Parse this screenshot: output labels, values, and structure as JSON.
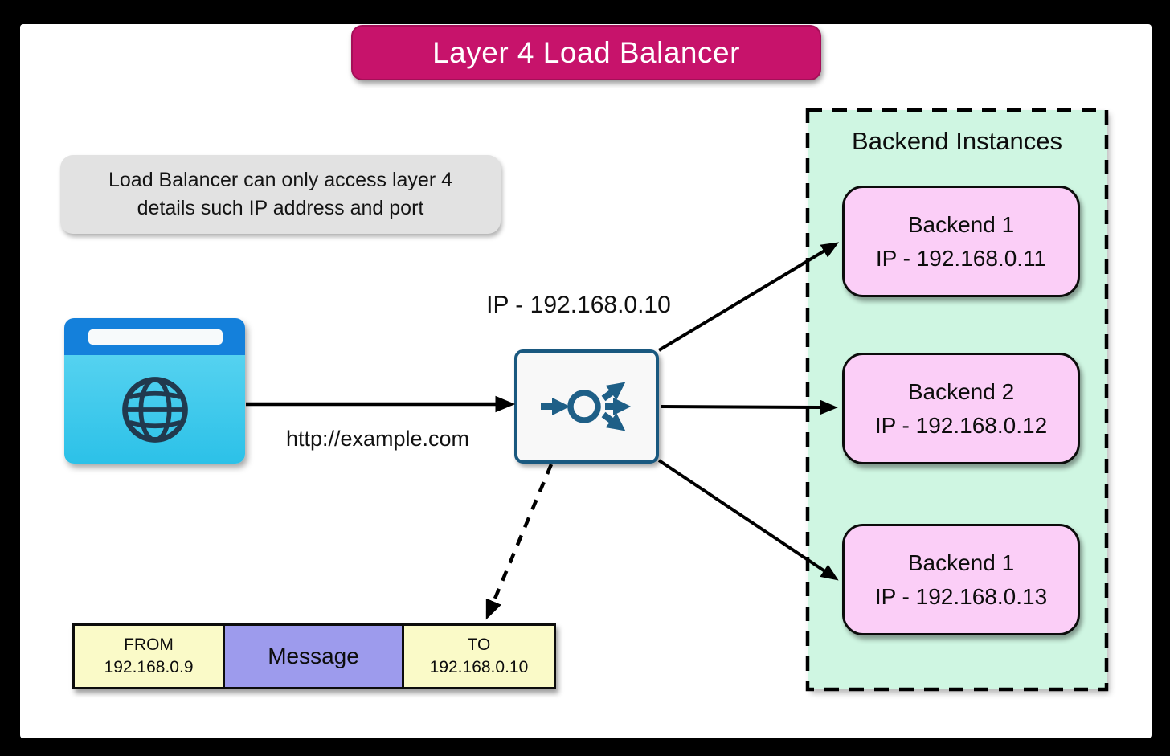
{
  "title": "Layer 4 Load Balancer",
  "note": "Load Balancer can only access layer 4 details such IP address and port",
  "client": {
    "icon": "browser-globe-icon",
    "request_url": "http://example.com"
  },
  "load_balancer": {
    "icon": "fan-out-distribution-icon",
    "ip": "IP - 192.168.0.10"
  },
  "backend_panel": {
    "title": "Backend Instances",
    "instances": [
      {
        "name": "Backend 1",
        "ip": "IP - 192.168.0.11"
      },
      {
        "name": "Backend 2",
        "ip": "IP - 192.168.0.12"
      },
      {
        "name": "Backend 1",
        "ip": "IP - 192.168.0.13"
      }
    ]
  },
  "packet": {
    "from": {
      "label": "FROM",
      "ip": "192.168.0.9"
    },
    "message": {
      "label": "Message"
    },
    "to": {
      "label": "TO",
      "ip": "192.168.0.10"
    }
  },
  "colors": {
    "title_bg": "#c7136b",
    "note_bg": "#e2e2e2",
    "panel_bg": "#cff6e2",
    "backend_bg": "#fbcef7",
    "packet_address_bg": "#fafac8",
    "packet_message_bg": "#9d9bed",
    "lb_accent": "#19587f",
    "browser_header": "#1480db",
    "browser_body": "#3ccaec",
    "connector": "#000000"
  }
}
